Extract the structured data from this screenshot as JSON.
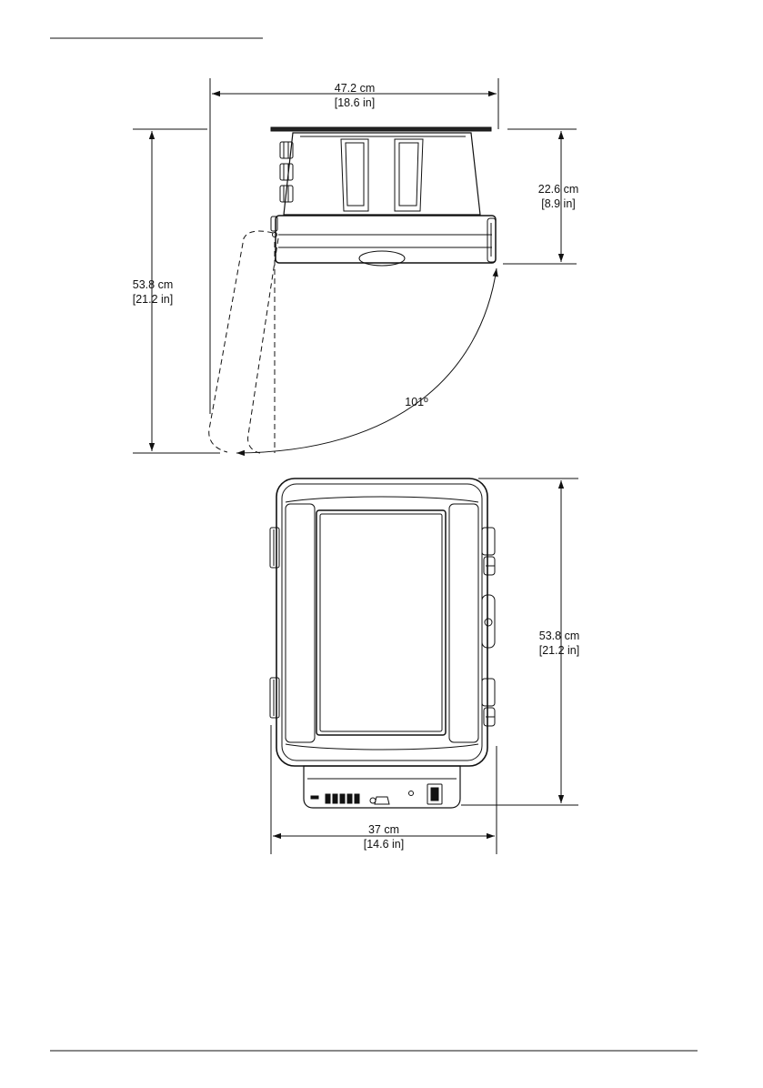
{
  "top_view": {
    "width_cm": "47.2 cm",
    "width_in": "[18.6 in]",
    "height_cm": "53.8 cm",
    "height_in": "[21.2 in]",
    "depth_cm": "22.6 cm",
    "depth_in": "[8.9 in]",
    "door_angle": "101º"
  },
  "front_view": {
    "height_cm": "53.8 cm",
    "height_in": "[21.2 in]",
    "width_cm": "37 cm",
    "width_in": "[14.6 in]"
  },
  "colors": {
    "line": "#111111",
    "background": "#ffffff"
  }
}
